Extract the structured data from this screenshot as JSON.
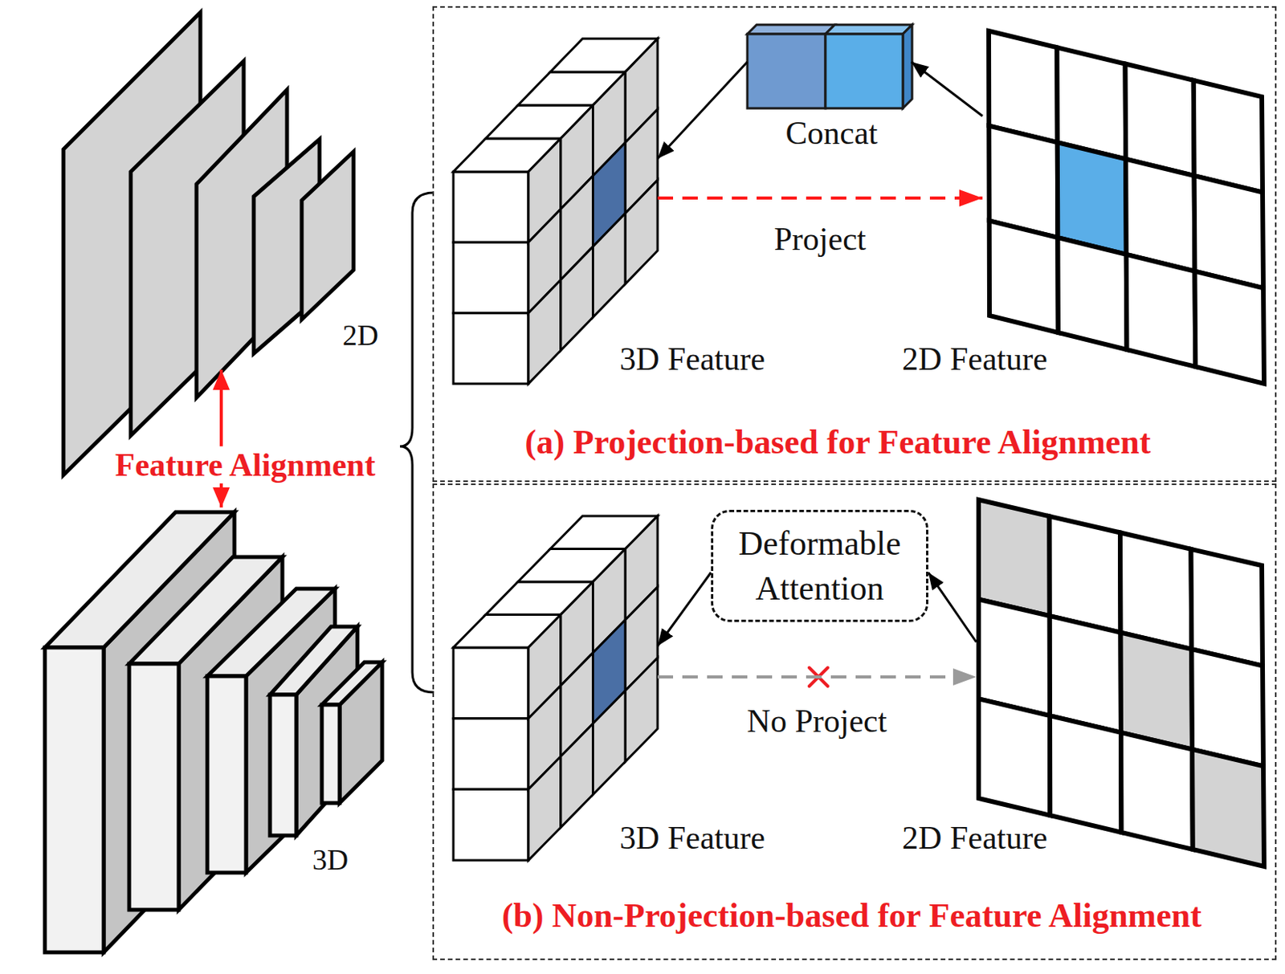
{
  "diagram": {
    "nodes": [
      {
        "text": [
          "(a) Projection-based for Feature Alignment"
        ]
      },
      {
        "text": [
          "3D Feature"
        ],
        "in": 0
      },
      {
        "text": [
          "Concat"
        ],
        "in": 0
      },
      {
        "text": [
          "2D Feature"
        ],
        "in": 0
      },
      {
        "text": [
          "(b) Non-Projection-based for Feature Alignment"
        ]
      },
      {
        "text": [
          "3D Feature"
        ],
        "in": 4
      },
      {
        "text": [
          "Deformable Attention"
        ],
        "in": 4
      },
      {
        "text": [
          "2D Feature"
        ],
        "in": 4
      }
    ],
    "edges": [
      {
        "from": 3,
        "to": 2,
        "arrow": "to"
      },
      {
        "from": 2,
        "to": 1,
        "arrow": "to"
      },
      {
        "from": 1,
        "to": 3,
        "label": "Project",
        "arrow": "to"
      },
      {
        "from": 7,
        "to": 6,
        "arrow": "to"
      },
      {
        "from": 6,
        "to": 5,
        "arrow": "to"
      },
      {
        "from": 5,
        "to": 7,
        "label": "No Project",
        "arrow": "to"
      }
    ],
    "labels": [
      "2D",
      "Feature Alignment",
      "3D"
    ]
  }
}
